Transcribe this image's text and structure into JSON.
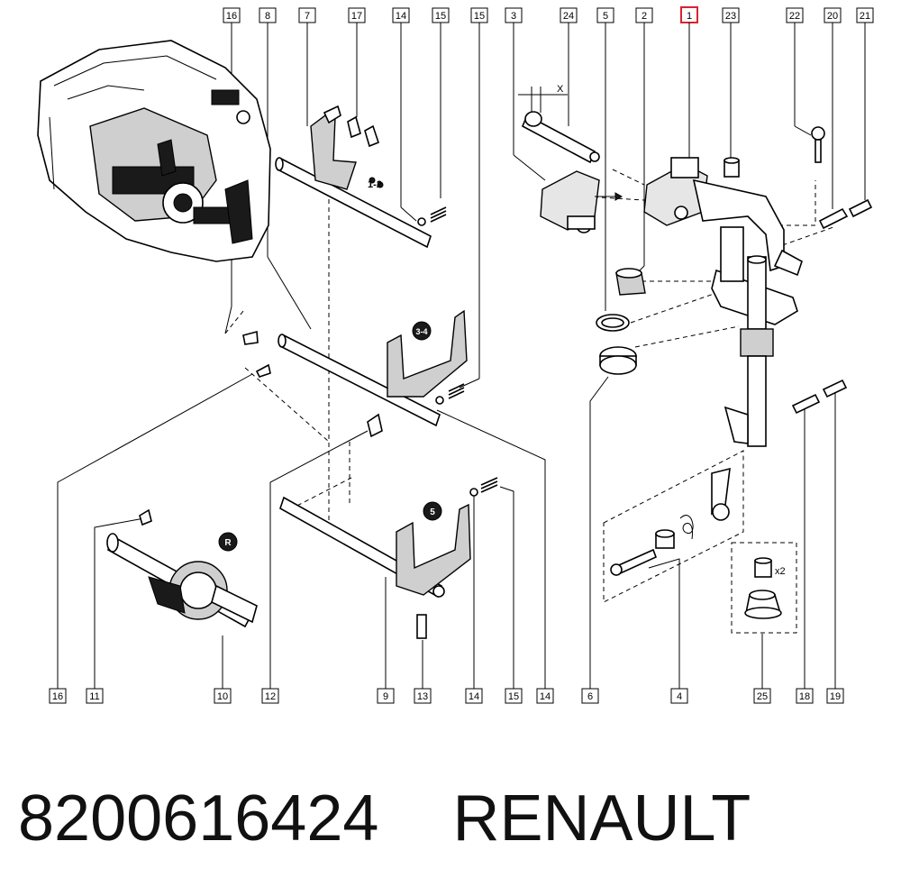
{
  "diagram": {
    "callouts_top": [
      "16",
      "8",
      "7",
      "17",
      "14",
      "15",
      "15",
      "3",
      "24",
      "5",
      "2",
      "1",
      "23",
      "22",
      "20",
      "21"
    ],
    "callouts_bottom": [
      "16",
      "11",
      "10",
      "12",
      "9",
      "13",
      "14",
      "15",
      "14",
      "6",
      "4",
      "25",
      "18",
      "19"
    ],
    "selected_callout": "1",
    "gear_labels": [
      "1-2",
      "3-4",
      "5",
      "R"
    ],
    "dimension_label": "X",
    "quantity_label": "x2"
  },
  "footer": {
    "part_number": "8200616424",
    "brand": "RENAULT"
  },
  "colors": {
    "selected": "#d9232e",
    "line": "#000000",
    "background": "#ffffff"
  }
}
